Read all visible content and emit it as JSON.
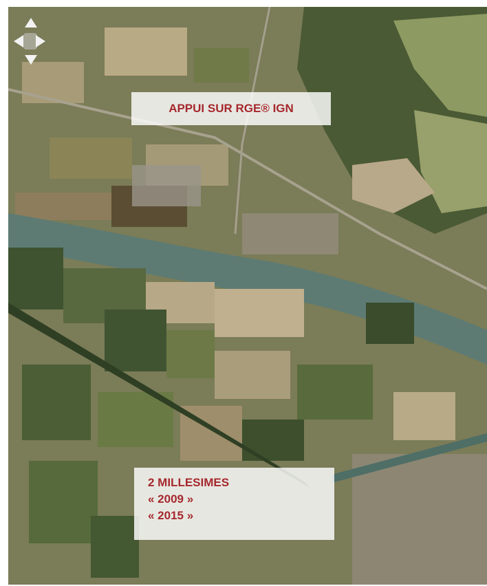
{
  "map": {
    "type": "aerial-orthophoto",
    "navigation": {
      "up_icon": "arrow-up-icon",
      "down_icon": "arrow-down-icon",
      "left_icon": "arrow-left-icon",
      "right_icon": "arrow-right-icon"
    },
    "colors": {
      "label_text": "#a5282d",
      "label_background": "#ffffff",
      "river": "#5d7b73",
      "fields_dark": "#3f5330",
      "fields_light": "#b7a987"
    }
  },
  "labels": {
    "source": "APPUI SUR RGE® IGN",
    "millesimes_title": "2 MILLESIMES",
    "year_1": "« 2009 »",
    "year_2": "« 2015 »"
  }
}
